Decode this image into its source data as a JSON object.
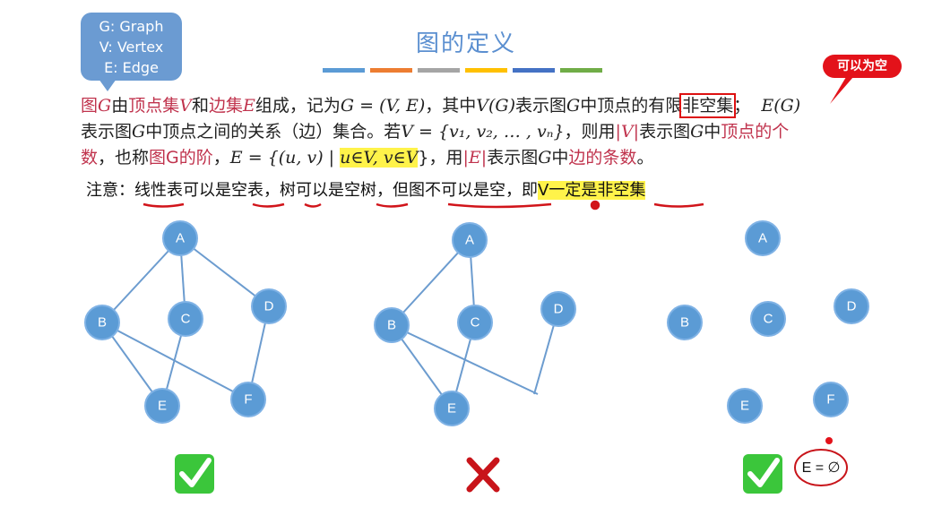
{
  "callout": {
    "line1": "G: Graph",
    "line2": "V: Vertex",
    "line3": "E: Edge"
  },
  "title": "图的定义",
  "title_bar_colors": [
    "#5b9bd5",
    "#ed7d31",
    "#a5a5a5",
    "#ffc000",
    "#4472c4",
    "#70ad47"
  ],
  "badge": "可以为空",
  "paragraph": {
    "p1": "图",
    "p2": "G",
    "p3": "由",
    "p4": "顶点集",
    "p5": "V",
    "p6": "和",
    "p7": "边集",
    "p8": "E",
    "p9": "组成，记为",
    "p10": "G = (V, E)",
    "p11": "，其中",
    "p12": "V(G)",
    "p13": "表示图",
    "p14": "G",
    "p15": "中顶点的有限",
    "p16": "非空集",
    "p17": "；",
    "p18": "E(G)",
    "p19": "表示图",
    "p20": "G",
    "p21": "中顶点之间的关系（边）集合。若",
    "p22": "V = {v₁, v₂, … , vₙ}",
    "p23": "，则用",
    "p24": "|V|",
    "p25": "表示图",
    "p26": "G",
    "p27": "中",
    "p28": "顶点的个",
    "p29": "数",
    "p30": "，也称",
    "p31": "图G的阶",
    "p32": "，",
    "p33": "E = {(u, v) |",
    "p34": "u∈V, v∈V",
    "p35": "}，用",
    "p36": "|E|",
    "p37": "表示图",
    "p38": "G",
    "p39": "中",
    "p40": "边的条数",
    "p41": "。"
  },
  "note": {
    "n1": "注意：线性表可以是空表，树可以是空树，但图不可以是空，即",
    "n2": "V一定是非空集"
  },
  "graphs": {
    "g1": {
      "A": "A",
      "B": "B",
      "C": "C",
      "D": "D",
      "E": "E",
      "F": "F"
    },
    "g2": {
      "A": "A",
      "B": "B",
      "C": "C",
      "D": "D",
      "E": "E"
    },
    "g3": {
      "A": "A",
      "B": "B",
      "C": "C",
      "D": "D",
      "E": "E",
      "F": "F"
    }
  },
  "empty_edge_label": "E = ∅",
  "marks": {
    "valid": "check",
    "invalid": "cross"
  }
}
